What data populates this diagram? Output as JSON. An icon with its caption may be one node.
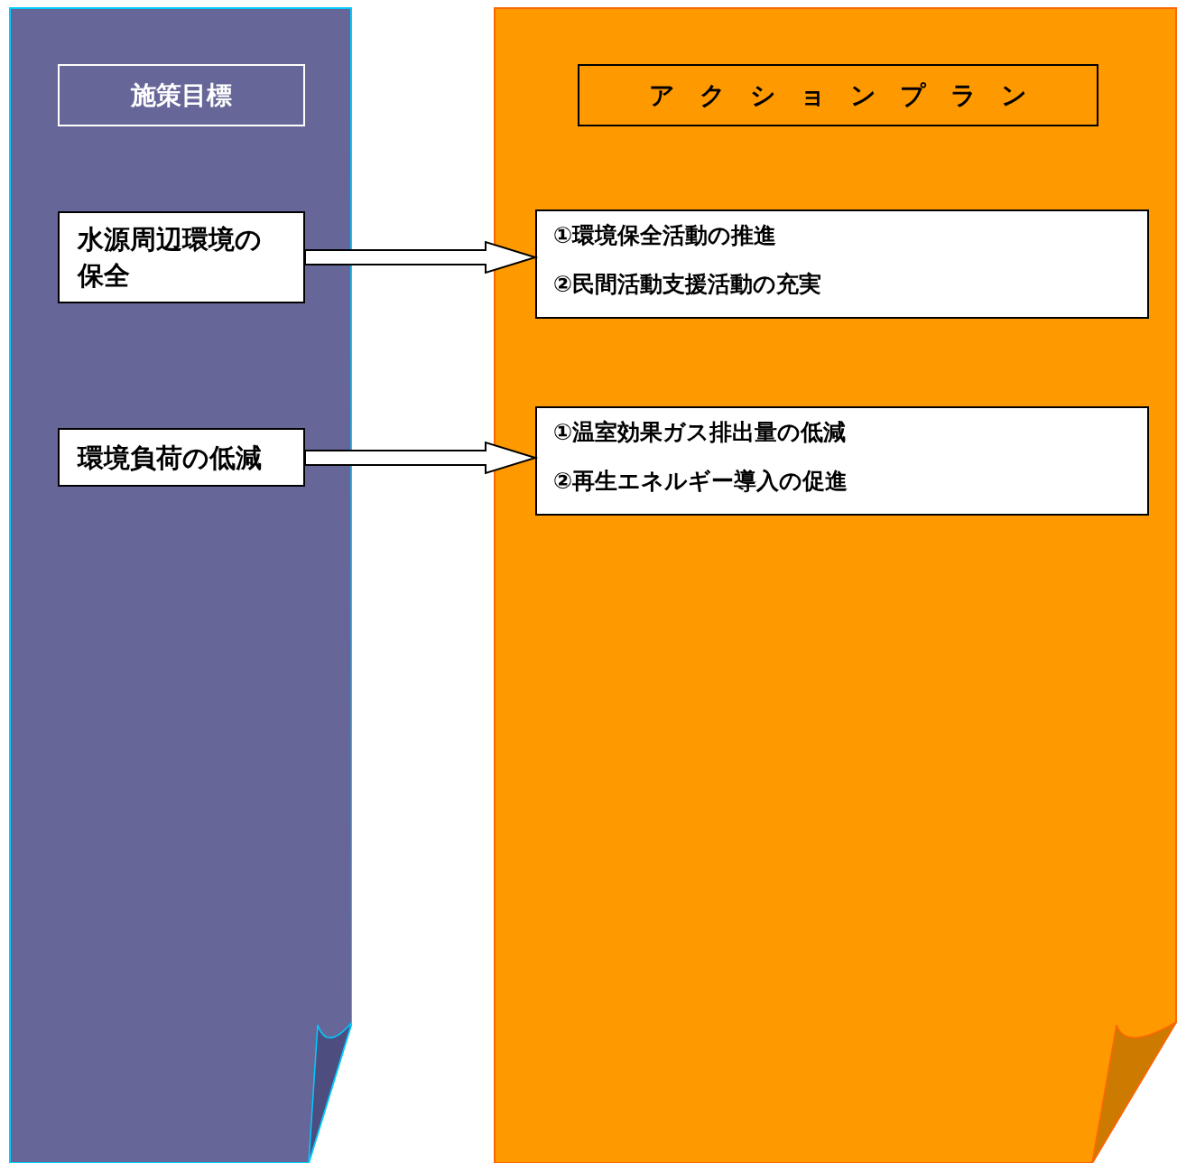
{
  "diagram": {
    "nodes": [
      {
        "text": [],
        "shape": "box"
      },
      {
        "text": [
          "施策目標"
        ],
        "in": 0
      },
      {
        "text": [
          "水源周辺環境の保全"
        ],
        "in": 0
      },
      {
        "text": [
          "環境負荷の低減"
        ],
        "in": 0
      },
      {
        "text": [],
        "shape": "box"
      },
      {
        "text": [
          "アクションプラン"
        ],
        "in": 4
      },
      {
        "text": [
          "①環境保全活動の推進",
          "②民間活動支援活動の充実"
        ],
        "in": 4
      },
      {
        "text": [
          "①温室効果ガス排出量の低減",
          "②再生エネルギー導入の促進"
        ],
        "in": 4
      }
    ],
    "edges": [
      {
        "from": 2,
        "to": 6,
        "arrow": "to"
      },
      {
        "from": 3,
        "to": 7,
        "arrow": "to"
      }
    ]
  }
}
